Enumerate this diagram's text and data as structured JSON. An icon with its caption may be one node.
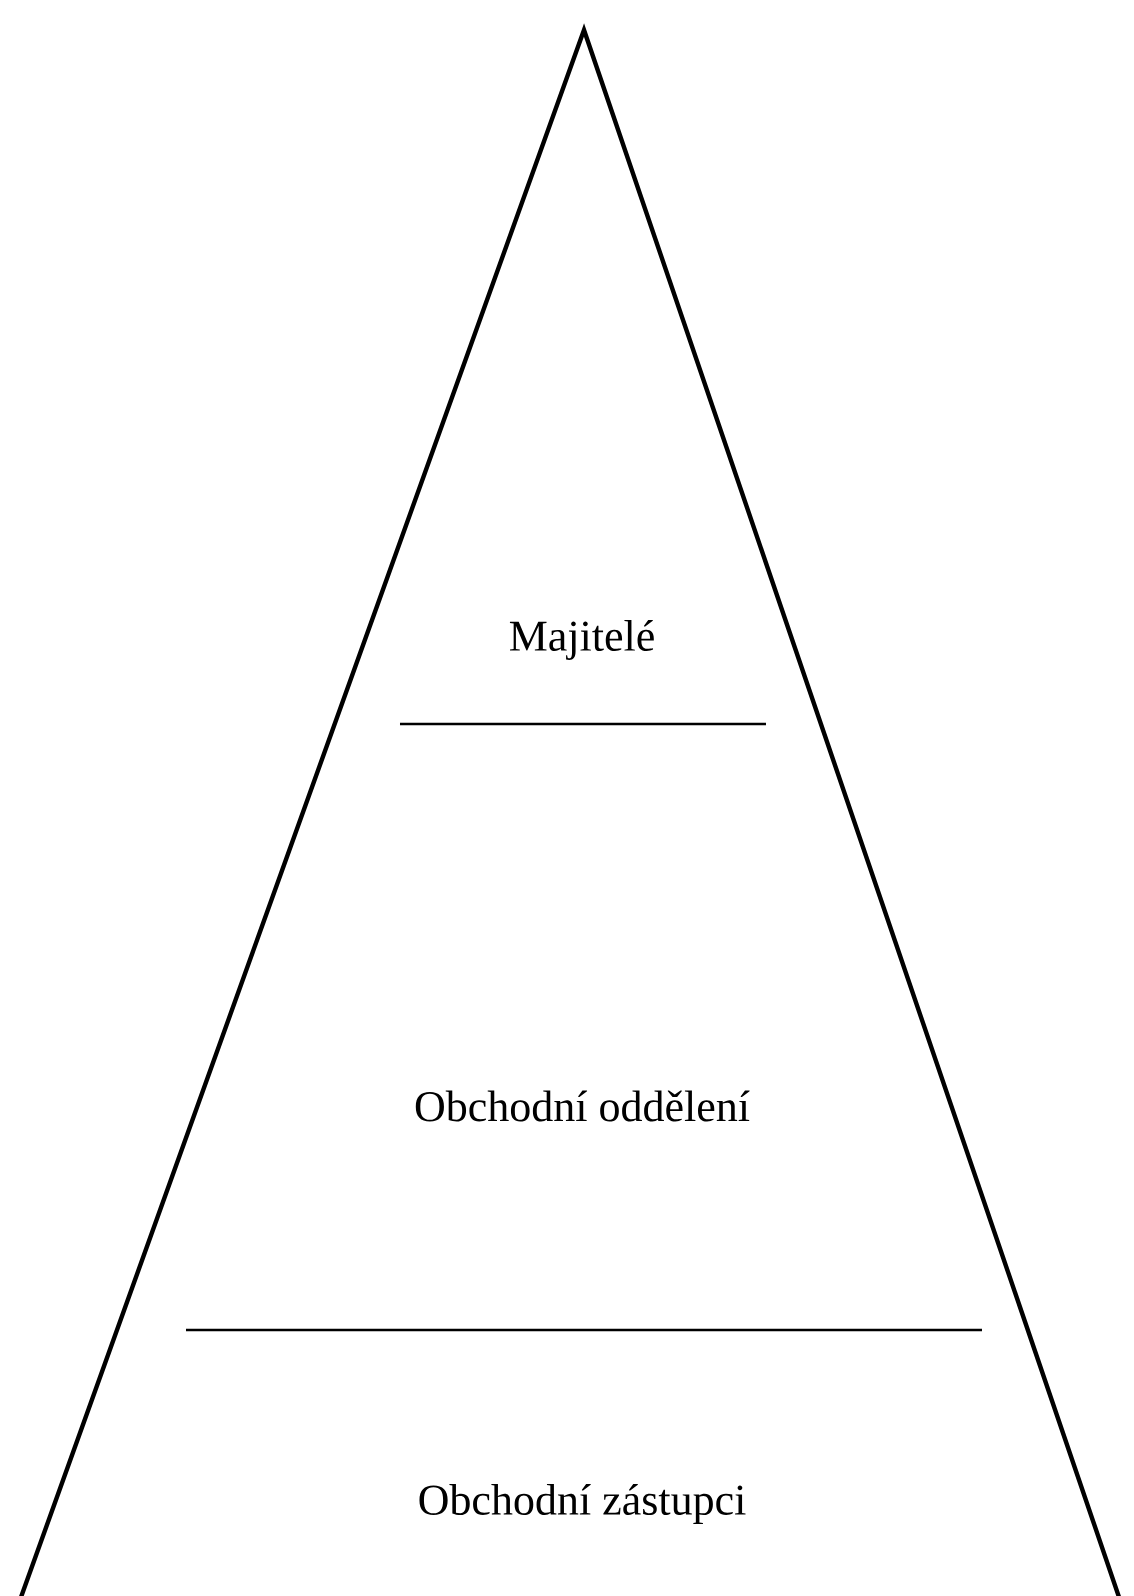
{
  "diagram": {
    "nodes": [
      {
        "text": [
          "Majitelé",
          "Obchodní oddělení",
          "Obchodní zástupci"
        ]
      }
    ]
  }
}
